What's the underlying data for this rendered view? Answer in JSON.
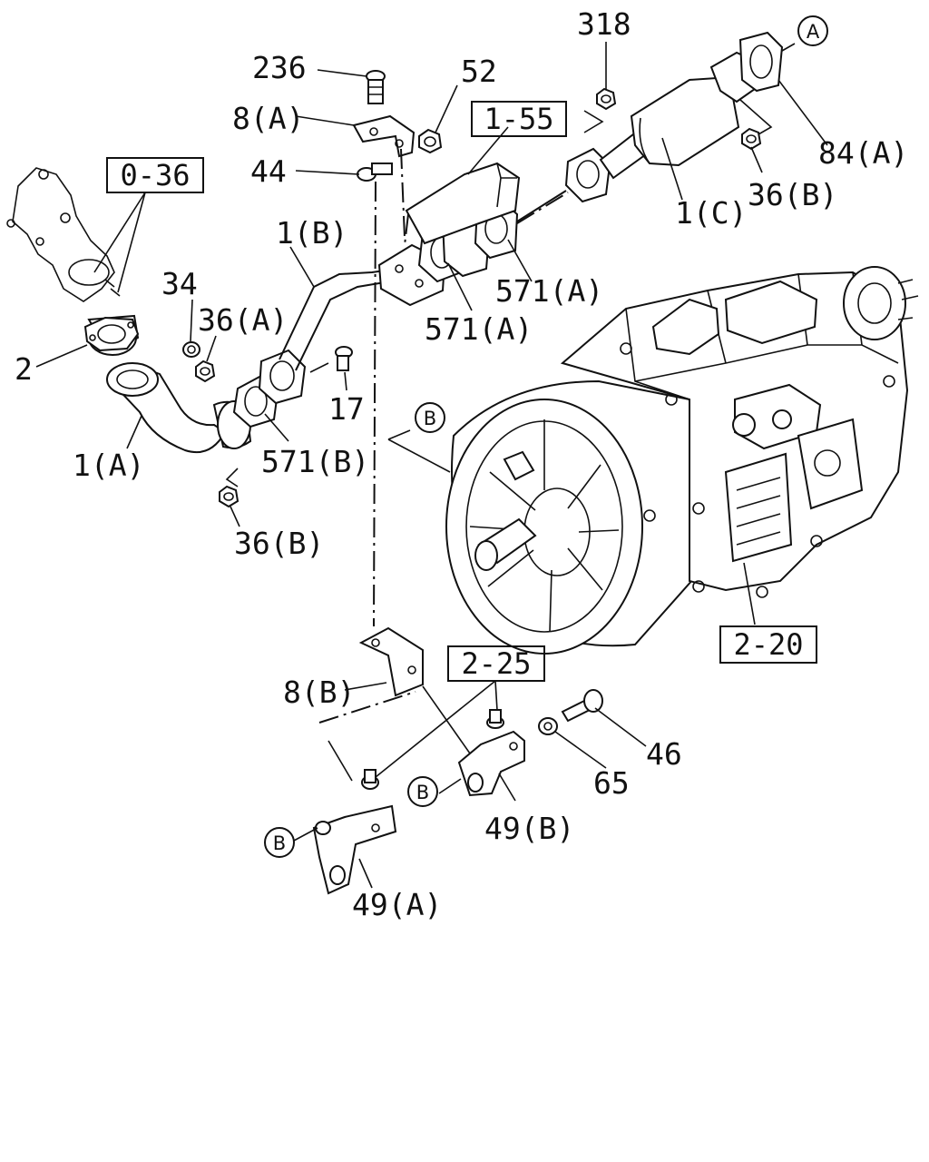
{
  "diagram": {
    "part_labels": {
      "p318": "318",
      "p236": "236",
      "p52": "52",
      "p8a": "8(A)",
      "p44": "44",
      "p84a": "84(A)",
      "p36b_top": "36(B)",
      "p1c": "1(C)",
      "p1b": "1(B)",
      "p571a_1": "571(A)",
      "p571a_2": "571(A)",
      "p34": "34",
      "p36a": "36(A)",
      "p2": "2",
      "p17": "17",
      "p571b": "571(B)",
      "p1a": "1(A)",
      "p36b_low": "36(B)",
      "p8b": "8(B)",
      "p46": "46",
      "p65": "65",
      "p49b": "49(B)",
      "p49a": "49(A)"
    },
    "ref_boxes": {
      "r036": "0-36",
      "r155": "1-55",
      "r220": "2-20",
      "r225": "2-25"
    },
    "circle_markers": {
      "a_top": "A",
      "b_trans": "B",
      "b_mid": "B",
      "b_low": "B"
    }
  }
}
